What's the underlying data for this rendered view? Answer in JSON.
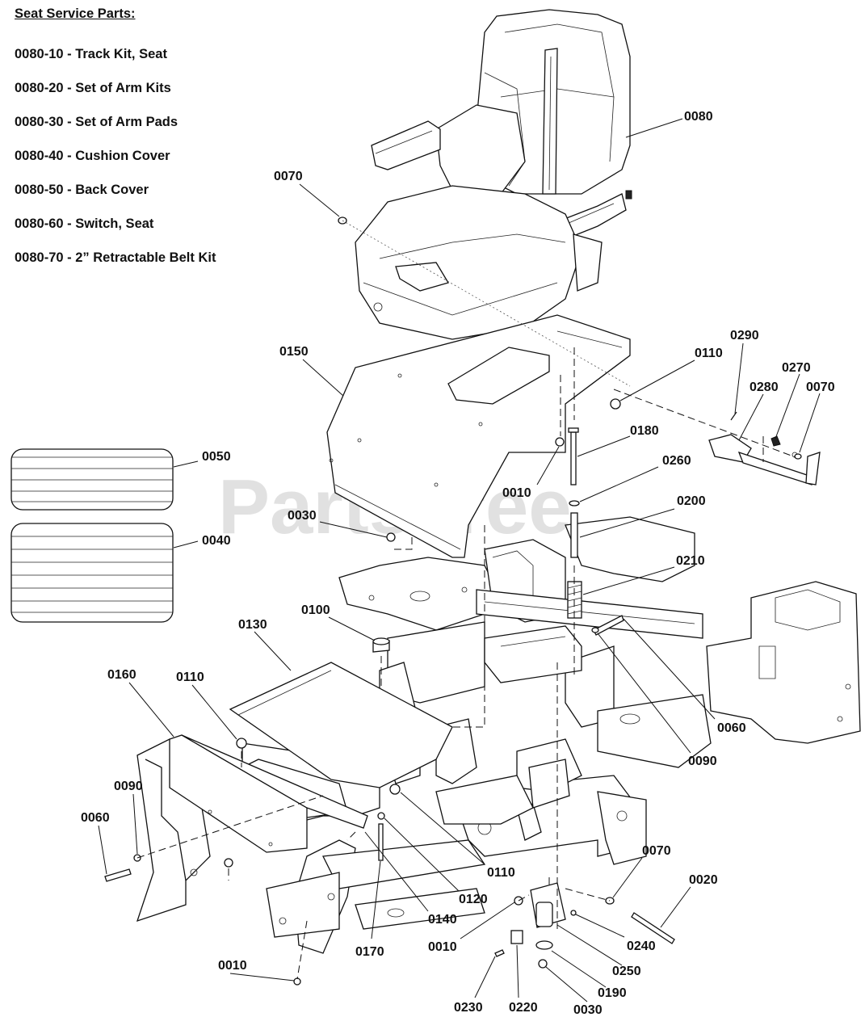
{
  "service_parts": {
    "heading": "Seat Service Parts:",
    "items": [
      "0080-10 - Track Kit, Seat",
      "0080-20 - Set of Arm Kits",
      "0080-30 - Set of Arm Pads",
      "0080-40 - Cushion Cover",
      "0080-50 - Back Cover",
      "0080-60 - Switch, Seat",
      "0080-70 - 2” Retractable Belt Kit"
    ]
  },
  "watermark": "PartsTree",
  "callouts": {
    "c0080": "0080",
    "c0070_a": "0070",
    "c0150": "0150",
    "c0110_a": "0110",
    "c0290": "0290",
    "c0270": "0270",
    "c0280": "0280",
    "c0070_b": "0070",
    "c0180": "0180",
    "c0010_a": "0010",
    "c0260": "0260",
    "c0200": "0200",
    "c0210": "0210",
    "c0050": "0050",
    "c0040": "0040",
    "c0030_a": "0030",
    "c0100": "0100",
    "c0130": "0130",
    "c0160": "0160",
    "c0110_b": "0110",
    "c0090_a": "0090",
    "c0060_a": "0060",
    "c0060_b": "0060",
    "c0090_b": "0090",
    "c0110_c": "0110",
    "c0120": "0120",
    "c0140": "0140",
    "c0170": "0170",
    "c0010_b": "0010",
    "c0070_c": "0070",
    "c0020": "0020",
    "c0010_c": "0010",
    "c0240": "0240",
    "c0250": "0250",
    "c0190": "0190",
    "c0230": "0230",
    "c0220": "0220",
    "c0030_b": "0030"
  }
}
